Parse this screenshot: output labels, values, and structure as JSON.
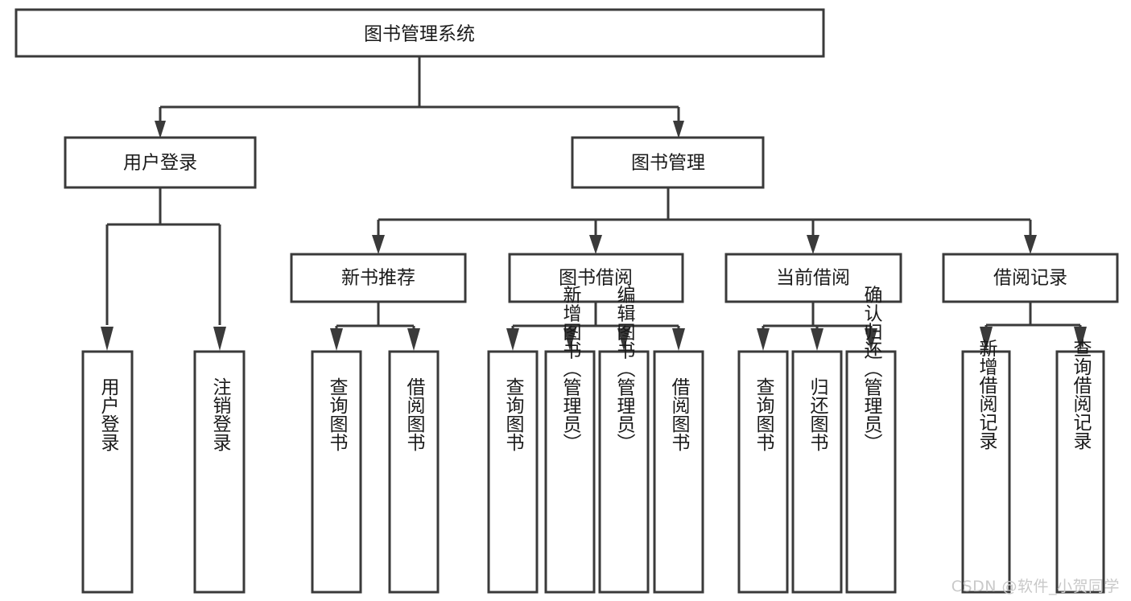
{
  "diagram": {
    "type": "tree-hierarchy-chart",
    "title": "图书管理系统",
    "orientation": "top-down",
    "colors": {
      "box_stroke": "#3a3a3a",
      "box_fill": "#ffffff",
      "connector": "#3a3a3a",
      "text": "#1a1a1a",
      "background": "#ffffff",
      "watermark": "#c9c9c9"
    },
    "levels": {
      "level1": [
        "图书管理系统"
      ],
      "level2": [
        "用户登录",
        "图书管理"
      ],
      "level3": [
        "新书推荐",
        "图书借阅",
        "当前借阅",
        "借阅记录"
      ],
      "level4": [
        "用户登录",
        "注销登录",
        "查询图书",
        "借阅图书",
        "查询图书",
        "新增图书（管理员）",
        "编辑图书（管理员）",
        "借阅图书",
        "查询图书",
        "归还图书",
        "确认归还（管理员）",
        "新增借阅记录",
        "查询借阅记录"
      ]
    },
    "nodes": {
      "root": {
        "label": "图书管理系统"
      },
      "user_login": {
        "label": "用户登录"
      },
      "book_manage": {
        "label": "图书管理"
      },
      "new_book_rec": {
        "label": "新书推荐"
      },
      "book_borrow": {
        "label": "图书借阅"
      },
      "current_borrow": {
        "label": "当前借阅"
      },
      "borrow_record": {
        "label": "借阅记录"
      },
      "leaf_user_login": {
        "label": "用户登录"
      },
      "leaf_logout": {
        "label": "注销登录"
      },
      "leaf_query_book_1": {
        "label": "查询图书"
      },
      "leaf_borrow_book_1": {
        "label": "借阅图书"
      },
      "leaf_query_book_2": {
        "label": "查询图书"
      },
      "leaf_add_book_admin": {
        "label": "新增图书（管理员）"
      },
      "leaf_edit_book_admin": {
        "label": "编辑图书（管理员）"
      },
      "leaf_borrow_book_2": {
        "label": "借阅图书"
      },
      "leaf_query_book_3": {
        "label": "查询图书"
      },
      "leaf_return_book": {
        "label": "归还图书"
      },
      "leaf_confirm_return_admin": {
        "label": "确认归还（管理员）"
      },
      "leaf_add_record": {
        "label": "新增借阅记录"
      },
      "leaf_query_record": {
        "label": "查询借阅记录"
      }
    },
    "edges": [
      {
        "from": "图书管理系统",
        "to": "用户登录"
      },
      {
        "from": "图书管理系统",
        "to": "图书管理"
      },
      {
        "from": "用户登录",
        "to": "用户登录"
      },
      {
        "from": "用户登录",
        "to": "注销登录"
      },
      {
        "from": "图书管理",
        "to": "新书推荐"
      },
      {
        "from": "图书管理",
        "to": "图书借阅"
      },
      {
        "from": "图书管理",
        "to": "当前借阅"
      },
      {
        "from": "图书管理",
        "to": "借阅记录"
      },
      {
        "from": "新书推荐",
        "to": "查询图书"
      },
      {
        "from": "新书推荐",
        "to": "借阅图书"
      },
      {
        "from": "图书借阅",
        "to": "查询图书"
      },
      {
        "from": "图书借阅",
        "to": "新增图书（管理员）"
      },
      {
        "from": "图书借阅",
        "to": "编辑图书（管理员）"
      },
      {
        "from": "图书借阅",
        "to": "借阅图书"
      },
      {
        "from": "当前借阅",
        "to": "查询图书"
      },
      {
        "from": "当前借阅",
        "to": "归还图书"
      },
      {
        "from": "当前借阅",
        "to": "确认归还（管理员）"
      },
      {
        "from": "借阅记录",
        "to": "新增借阅记录"
      },
      {
        "from": "借阅记录",
        "to": "查询借阅记录"
      }
    ]
  },
  "watermark": {
    "text": "CSDN @软件_小贺同学"
  }
}
